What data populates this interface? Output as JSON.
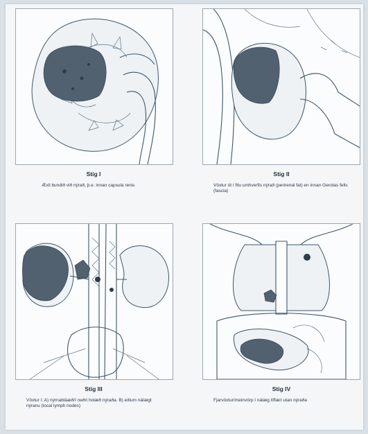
{
  "stages": [
    {
      "title": "Stig I",
      "description": "Æxli bundið við nýrað, þ.e. innan capsula renis"
    },
    {
      "title": "Stig II",
      "description": "Vöxtur út í fitu umhverfis nýrað (perirenal fat) en innan Gerotas fells (fascia)"
    },
    {
      "title": "Stig III",
      "description": "Vöxtur í: A) nýrnabláæð/í neðri holæð nýraða. B) eitlum nálægt nýranu (local lymph nodes)"
    },
    {
      "title": "Stig IV",
      "description": "Fjarvöxtur/meinvörp í nálæg líffæri utan nýraða"
    }
  ],
  "colors": {
    "ink": "#3e556b",
    "tumor": "#51616f",
    "paper": "#f4f6f8"
  }
}
